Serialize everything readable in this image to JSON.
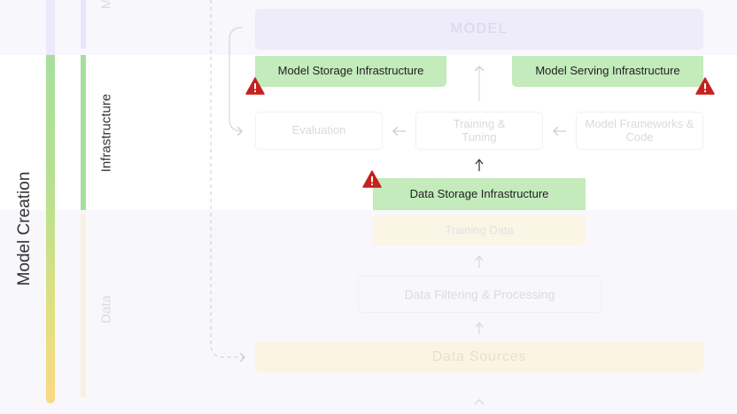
{
  "sidebar": {
    "outer_label": "Model Creation",
    "sections": {
      "top_partial": "M",
      "infrastructure": "Infrastructure",
      "data": "Data"
    }
  },
  "diagram": {
    "model": "MODEL",
    "model_storage": "Model Storage Infrastructure",
    "model_serving": "Model Serving Infrastructure",
    "evaluation": "Evaluation",
    "training_tuning": "Training & Tuning",
    "model_frameworks": "Model Frameworks & Code",
    "data_storage": "Data Storage Infrastructure",
    "training_data": "Training Data",
    "data_filtering": "Data Filtering & Processing",
    "data_sources": "Data Sources"
  },
  "colors": {
    "highlight_green": "#c3ebbc",
    "warning_red": "#c5221f",
    "model_lavender": "#eeebfb",
    "data_cream": "#fbf4e2"
  }
}
